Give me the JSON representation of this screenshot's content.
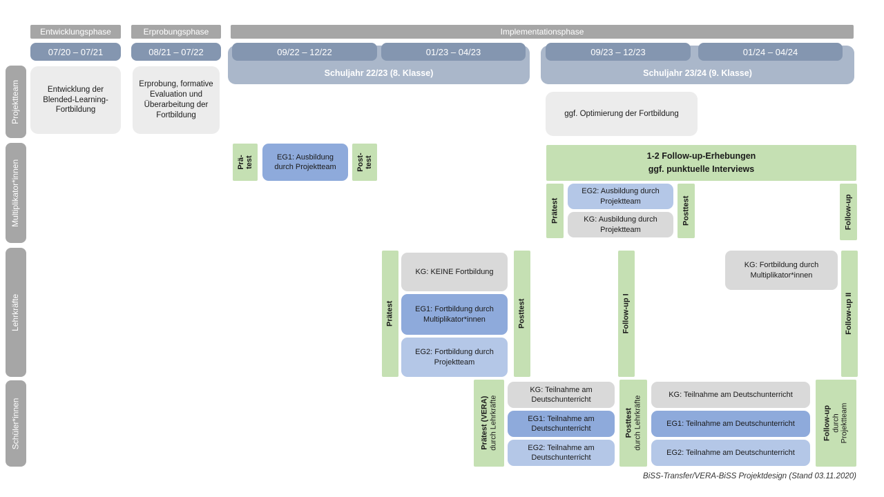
{
  "colors": {
    "phase_gray": "#a6a6a6",
    "date_blue": "#8496b0",
    "band_blue": "#aab7ca",
    "box_light": "#ececec",
    "box_gray": "#d9d9d9",
    "blue_med": "#8eaadb",
    "blue_light": "#b4c7e7",
    "green": "#c5e0b3"
  },
  "header": {
    "phases": [
      "Entwicklungsphase",
      "Erprobungsphase",
      "Implementationsphase"
    ],
    "dates": [
      "07/20 – 07/21",
      "08/21 – 07/22",
      "09/22 – 12/22",
      "01/23 – 04/23",
      "09/23 – 12/23",
      "01/24 – 04/24"
    ],
    "school_years": [
      "Schuljahr 22/23 (8. Klasse)",
      "Schuljahr 23/24 (9. Klasse)"
    ]
  },
  "row_labels": [
    "Projektteam",
    "Multiplikator*innen",
    "Lehrkräfte",
    "Schüler*innen"
  ],
  "projektteam": {
    "development": "Entwicklung der Blended-Learning-Fortbildung",
    "evaluation": "Erprobung, formative Evaluation und Überarbeitung der Fortbildung",
    "optimization": "ggf. Optimierung der Fortbildung"
  },
  "multiplikatoren": {
    "pretest1": "Prä-test",
    "eg1": "EG1: Ausbildung durch Projektteam",
    "posttest1": "Post-test",
    "followup_banner": "1-2 Follow-up-Erhebungen\nggf. punktuelle Interviews",
    "pretest2": "Prätest",
    "eg2": "EG2: Ausbildung durch Projektteam",
    "kg": "KG: Ausbildung durch Projektteam",
    "posttest2": "Posttest",
    "followup": "Follow-up"
  },
  "lehrkraefte": {
    "pretest": "Prätest",
    "kg1": "KG: KEINE Fortbildung",
    "eg1": "EG1: Fortbildung durch Multiplikator*innen",
    "eg2": "EG2: Fortbildung durch Projektteam",
    "posttest": "Posttest",
    "followup1": "Follow-up I",
    "kg2": "KG: Fortbildung durch Multiplikator*innen",
    "followup2": "Follow-up II"
  },
  "schueler": {
    "pretest_title": "Prätest (VERA)",
    "pretest_sub": "durch Lehrkräfte",
    "kg1": "KG: Teilnahme am Deutschunterricht",
    "eg1a": "EG1: Teilnahme am Deutschunterricht",
    "eg2a": "EG2: Teilnahme am Deutschunterricht",
    "posttest_title": "Posttest",
    "posttest_sub": "durch Lehrkräfte",
    "kg2": "KG: Teilnahme am Deutschunterricht",
    "eg1b": "EG1: Teilnahme am Deutschunterricht",
    "eg2b": "EG2: Teilnahme am Deutschunterricht",
    "followup_title": "Follow-up",
    "followup_sub": "durch\nProjektteam"
  },
  "caption": "BiSS-Transfer/VERA-BiSS Projektdesign (Stand 03.11.2020)"
}
